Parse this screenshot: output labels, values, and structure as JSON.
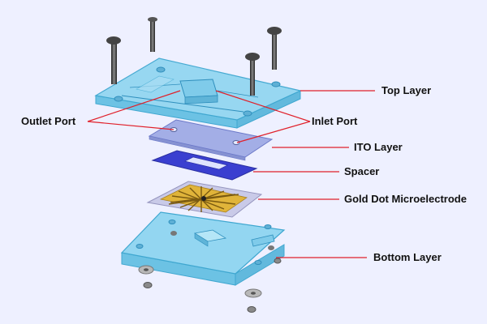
{
  "labels": {
    "top_layer": "Top Layer",
    "outlet_port": "Outlet Port",
    "inlet_port": "Inlet Port",
    "ito_layer": "ITO Layer",
    "spacer": "Spacer",
    "gold_dot_microelectrode": "Gold Dot Microelectrode",
    "bottom_layer": "Bottom Layer"
  },
  "colors": {
    "background": "#eef0ff",
    "acrylic_fill": "#8fd3ef",
    "acrylic_stroke": "#3fa7d0",
    "ito_fill": "#a3aee6",
    "spacer_fill": "#3a3fd0",
    "gold": "#e0b43a",
    "leader_line": "#e0202a",
    "label_text": "#111111"
  }
}
